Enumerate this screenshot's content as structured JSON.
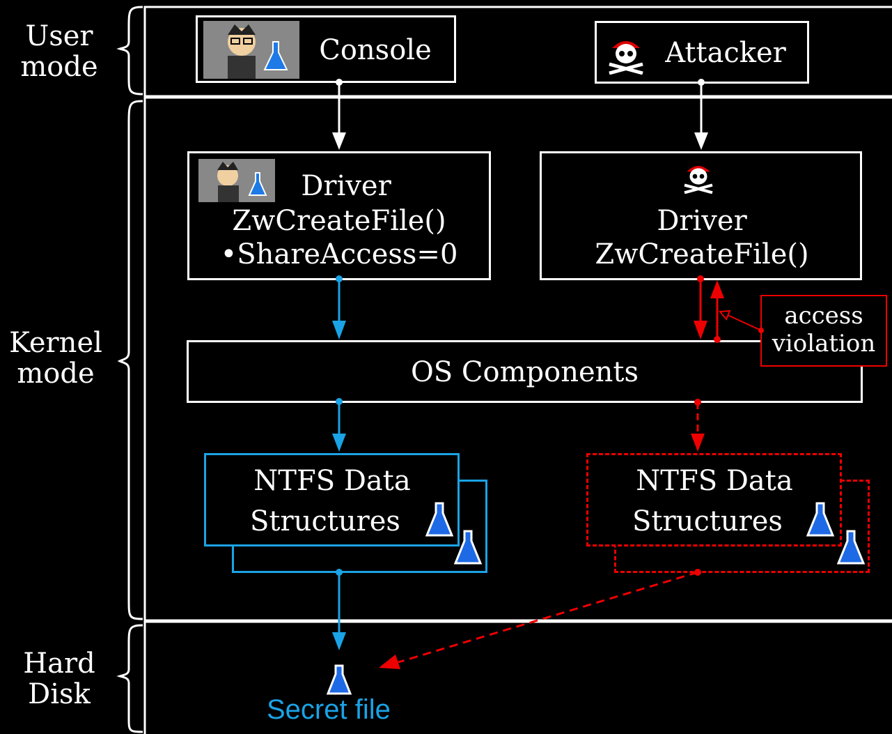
{
  "layers": {
    "user": "User\nmode",
    "kernel": "Kernel\nmode",
    "disk": "Hard\nDisk"
  },
  "console": {
    "label": "Console"
  },
  "attacker": {
    "label": "Attacker"
  },
  "legit_driver": {
    "line1": "Driver",
    "line2": "ZwCreateFile()",
    "line3": "•ShareAccess=0"
  },
  "attacker_driver": {
    "line1": "Driver",
    "line2": "ZwCreateFile()"
  },
  "os_components": {
    "label": "OS Components"
  },
  "ntfs_legit": {
    "line1": "NTFS Data",
    "line2": "Structures"
  },
  "ntfs_attacker": {
    "line1": "NTFS Data",
    "line2": "Structures"
  },
  "access_violation": {
    "line1": "access",
    "line2": "violation"
  },
  "secret_file": {
    "label": "Secret file"
  },
  "colors": {
    "legit": "#1aa3e6",
    "attack": "#e00000",
    "fg": "#ffffff",
    "bg": "#000000"
  },
  "icons": [
    "scientist-icon",
    "pirate-skull-icon",
    "flask-icon"
  ]
}
